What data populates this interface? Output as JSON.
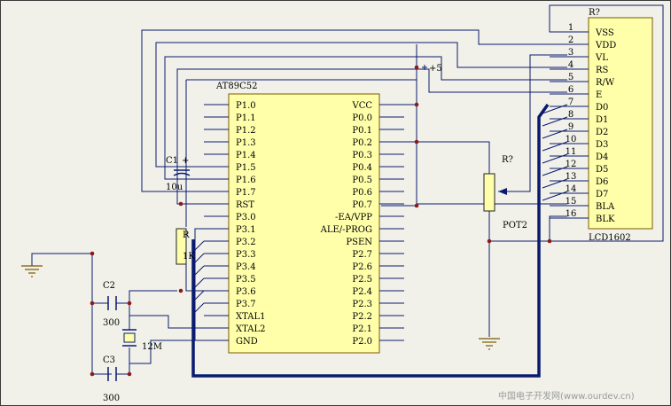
{
  "mcu": {
    "ref": "AT89C52",
    "left_pins": [
      "P1.0",
      "P1.1",
      "P1.2",
      "P1.3",
      "P1.4",
      "P1.5",
      "P1.6",
      "P1.7",
      "RST",
      "P3.0",
      "P3.1",
      "P3.2",
      "P3.3",
      "P3.4",
      "P3.5",
      "P3.6",
      "P3.7",
      "XTAL1",
      "XTAL2",
      "GND"
    ],
    "right_pins": [
      "VCC",
      "P0.0",
      "P0.1",
      "P0.2",
      "P0.3",
      "P0.4",
      "P0.5",
      "P0.6",
      "P0.7",
      "-EA/VPP",
      "ALE/-PROG",
      "PSEN",
      "P2.7",
      "P2.6",
      "P2.5",
      "P2.4",
      "P2.3",
      "P2.2",
      "P2.1",
      "P2.0"
    ]
  },
  "lcd": {
    "ref": "R?",
    "name": "LCD1602",
    "pin_numbers": [
      "1",
      "2",
      "3",
      "4",
      "5",
      "6",
      "7",
      "8",
      "9",
      "10",
      "11",
      "12",
      "13",
      "14",
      "15",
      "16"
    ],
    "pin_names": [
      "VSS",
      "VDD",
      "VL",
      "RS",
      "R/W",
      "E",
      "D0",
      "D1",
      "D2",
      "D3",
      "D4",
      "D5",
      "D6",
      "D7",
      "BLA",
      "BLK"
    ]
  },
  "pot": {
    "ref": "R?",
    "name": "POT2"
  },
  "c1": {
    "ref": "C1",
    "value": "10u",
    "plus": "+"
  },
  "r1": {
    "ref": "R",
    "value": "1K"
  },
  "c2": {
    "ref": "C2",
    "value": "300"
  },
  "c3": {
    "ref": "C3",
    "value": "300"
  },
  "crystal": {
    "value": "12M"
  },
  "supply": {
    "label": "+5"
  },
  "watermark": "中国电子开发网(www.ourdev.cn)"
}
